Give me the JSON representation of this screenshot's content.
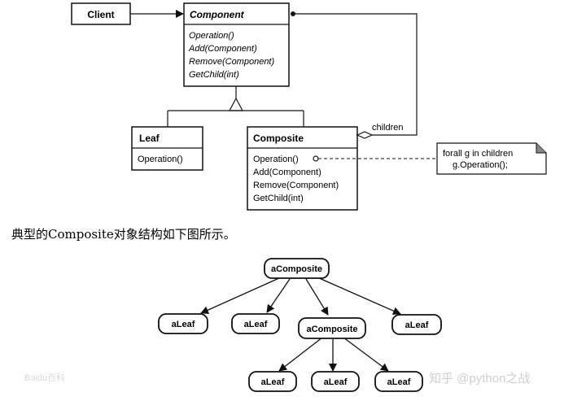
{
  "uml": {
    "client": {
      "name": "Client"
    },
    "component": {
      "name": "Component",
      "operations": [
        "Operation()",
        "Add(Component)",
        "Remove(Component)",
        "GetChild(int)"
      ]
    },
    "leaf": {
      "name": "Leaf",
      "operations": [
        "Operation()"
      ]
    },
    "composite": {
      "name": "Composite",
      "operations": [
        "Operation()",
        "Add(Component)",
        "Remove(Component)",
        "GetChild(int)"
      ]
    },
    "children_label": "children",
    "note": {
      "lines": [
        "forall g in children",
        "g.Operation();"
      ]
    }
  },
  "caption": "典型的Composite对象结构如下图所示。",
  "tree": {
    "root": "aComposite",
    "level1": [
      "aLeaf",
      "aLeaf",
      "aComposite",
      "aLeaf"
    ],
    "level2": [
      "aLeaf",
      "aLeaf",
      "aLeaf"
    ]
  },
  "watermarks": {
    "right": "知乎 @python之战",
    "left": "Baidu百科"
  }
}
